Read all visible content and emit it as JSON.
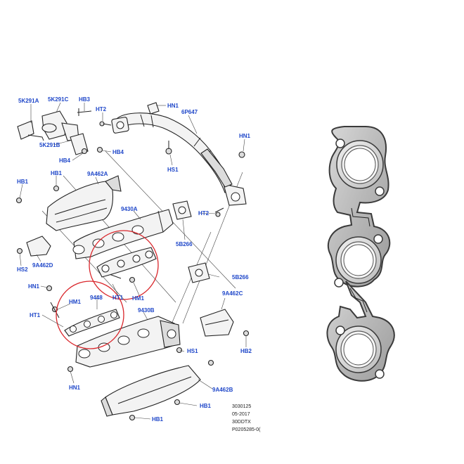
{
  "colors": {
    "callout_text": "#1f47c9",
    "highlight_circle": "#d9262b",
    "line_art": "#222222",
    "gasket_metal": "#c4c4c4"
  },
  "callouts": [
    {
      "id": "5k291a",
      "text": "5K291A"
    },
    {
      "id": "5k291c",
      "text": "5K291C"
    },
    {
      "id": "hb3",
      "text": "HB3"
    },
    {
      "id": "ht2-top",
      "text": "HT2"
    },
    {
      "id": "hn1-top",
      "text": "HN1"
    },
    {
      "id": "6p647",
      "text": "6P647"
    },
    {
      "id": "hn1-right",
      "text": "HN1"
    },
    {
      "id": "5k291b",
      "text": "5K291B"
    },
    {
      "id": "hb4-left",
      "text": "HB4"
    },
    {
      "id": "hb4-right",
      "text": "HB4"
    },
    {
      "id": "hs1-top",
      "text": "HS1"
    },
    {
      "id": "hb1-a",
      "text": "HB1"
    },
    {
      "id": "9a462a",
      "text": "9A462A"
    },
    {
      "id": "hb1-b",
      "text": "HB1"
    },
    {
      "id": "9430a",
      "text": "9430A"
    },
    {
      "id": "ht2-mid",
      "text": "HT2"
    },
    {
      "id": "5b266-a",
      "text": "5B266"
    },
    {
      "id": "hs2",
      "text": "HS2"
    },
    {
      "id": "9a462d",
      "text": "9A462D"
    },
    {
      "id": "5b266-b",
      "text": "5B266"
    },
    {
      "id": "hn1-mid",
      "text": "HN1"
    },
    {
      "id": "9448",
      "text": "9448"
    },
    {
      "id": "ht1-a",
      "text": "HT1"
    },
    {
      "id": "hm1-a",
      "text": "HM1"
    },
    {
      "id": "hm1-b",
      "text": "HM1"
    },
    {
      "id": "9a462c",
      "text": "9A462C"
    },
    {
      "id": "ht1-b",
      "text": "HT1"
    },
    {
      "id": "9430b",
      "text": "9430B"
    },
    {
      "id": "hs1-bottom",
      "text": "HS1"
    },
    {
      "id": "hb2",
      "text": "HB2"
    },
    {
      "id": "hn1-bottom",
      "text": "HN1"
    },
    {
      "id": "9a462b",
      "text": "9A462B"
    },
    {
      "id": "hb1-c",
      "text": "HB1"
    },
    {
      "id": "hb1-d",
      "text": "HB1"
    }
  ],
  "caption": {
    "line1": "3030125",
    "line2": "05-2017",
    "line3": "30DDTX",
    "line4": "P0205285-0("
  }
}
